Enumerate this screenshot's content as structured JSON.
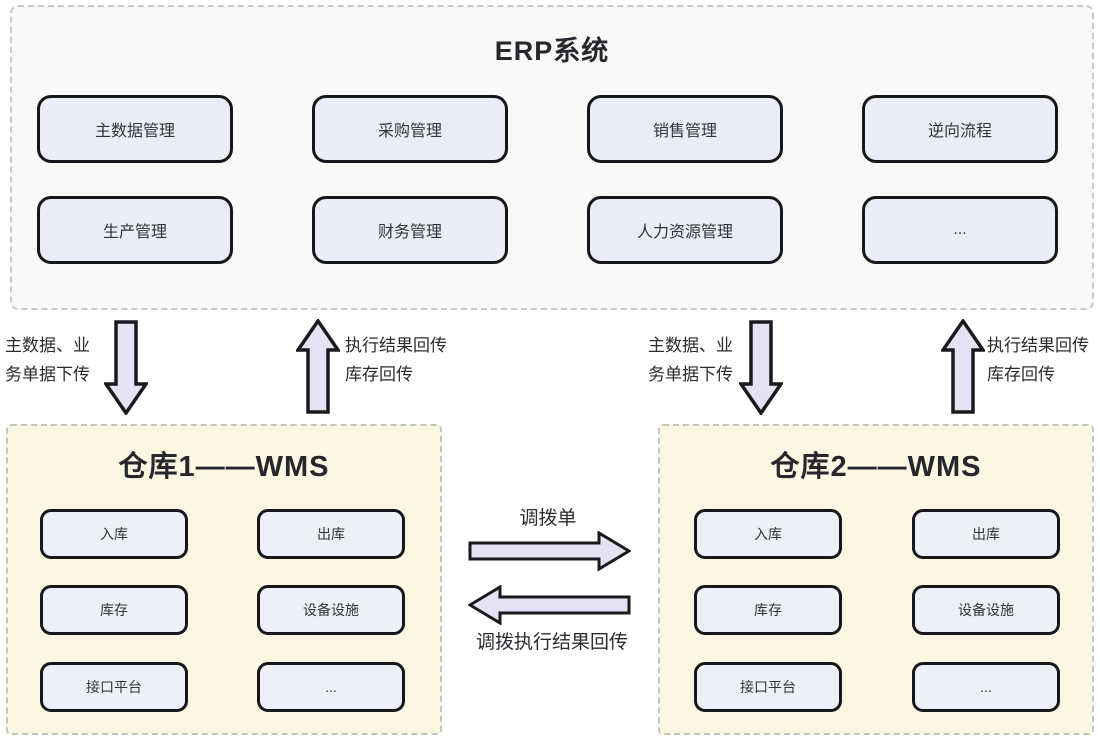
{
  "erp": {
    "title": "ERP系统",
    "modules": [
      "主数据管理",
      "采购管理",
      "销售管理",
      "逆向流程",
      "生产管理",
      "财务管理",
      "人力资源管理",
      "..."
    ]
  },
  "erp_wms_links": {
    "download_label": "主数据、业\n务单据下传",
    "upload_label": "执行结果回传\n库存回传"
  },
  "warehouse1": {
    "title": "仓库1——WMS",
    "modules": [
      "入库",
      "出库",
      "库存",
      "设备设施",
      "接口平台",
      "..."
    ]
  },
  "warehouse2": {
    "title": "仓库2——WMS",
    "modules": [
      "入库",
      "出库",
      "库存",
      "设备设施",
      "接口平台",
      "..."
    ]
  },
  "transfer": {
    "forward_label": "调拨单",
    "backward_label": "调拨执行结果回传"
  },
  "colors": {
    "erp_background": "#f8faf8",
    "wms_background": "#fbf7e3",
    "module_fill": "#eaecf8",
    "module_border": "#17171b",
    "arrow_fill": "#e3e3f5",
    "arrow_border": "#1a1a1e",
    "dashed_border": "#c7cac6",
    "text": "#2b2b31"
  }
}
